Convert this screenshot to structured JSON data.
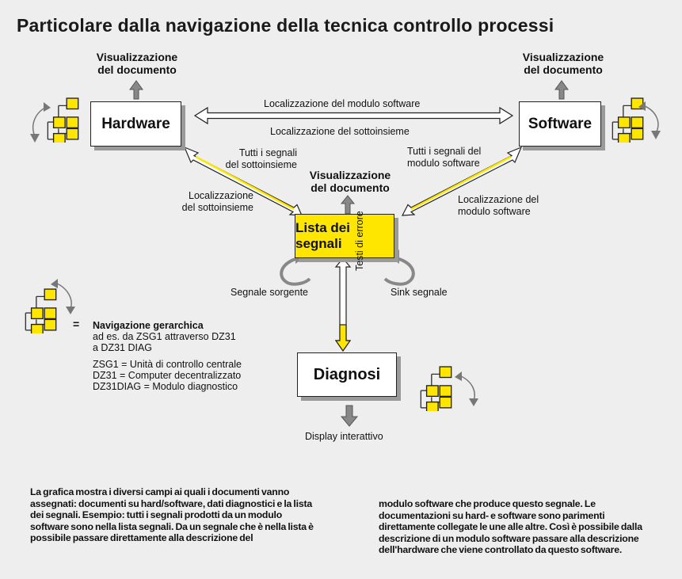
{
  "title": "Particolare dalla navigazione della tecnica controllo processi",
  "nodes": {
    "hardware": "Hardware",
    "software": "Software",
    "signal_list": "Lista dei segnali",
    "diagnosis": "Diagnosi"
  },
  "doc_view": {
    "line1": "Visualizzazione",
    "line2": "del documento"
  },
  "edge_labels": {
    "hw_sw_top": "Localizzazione del modulo software",
    "hw_sw_bottom": "Localizzazione del sottoinsieme",
    "hw_list_out_1": "Tutti i segnali",
    "hw_list_out_2": "del sottoinsieme",
    "hw_list_in_1": "Localizzazione",
    "hw_list_in_2": "del sottoinsieme",
    "sw_list_out_1": "Tutti i segnali del",
    "sw_list_out_2": "modulo software",
    "sw_list_in_1": "Localizzazione del",
    "sw_list_in_2": "modulo software",
    "source_signal": "Segnale sorgente",
    "sink_signal": "Sink segnale",
    "error_texts": "Testi di errore",
    "interactive_display": "Display interattivo"
  },
  "legend": {
    "equals": "=",
    "heading": "Navigazione gerarchica",
    "line1": "ad es. da ZSG1 attraverso DZ31",
    "line2": "a DZ31 DIAG",
    "def1": "ZSG1 = Unità di controllo centrale",
    "def2": "DZ31 = Computer decentralizzato",
    "def3": "DZ31DIAG = Modulo diagnostico"
  },
  "paragraphs": {
    "left": "La grafica mostra i diversi campi ai quali i documenti vanno assegnati: documenti su hard/software, dati diagnostici e la lista dei segnali. Esempio: tutti i segnali prodotti da un modulo software sono nella lista segnali. Da un segnale che è nella lista è possibile passare direttamente alla descrizione del",
    "right": "modulo software che produce questo segnale. Le documentazioni su hard- e software sono parimenti direttamente collegate le une alle altre. Così è possibile dalla descrizione di un modulo software passare alla descrizione dell'hardware che viene controllato da questo software."
  },
  "colors": {
    "background": "#eeeeee",
    "yellow": "#ffe600",
    "arrow_grey": "#777777",
    "shadow": "#9a9a9a"
  },
  "icons": [
    "hierarchy-tree-icon",
    "rotate-arrow-icon",
    "up-arrow-icon",
    "down-arrow-icon",
    "double-arrow-icon",
    "curved-arrow-icon"
  ]
}
